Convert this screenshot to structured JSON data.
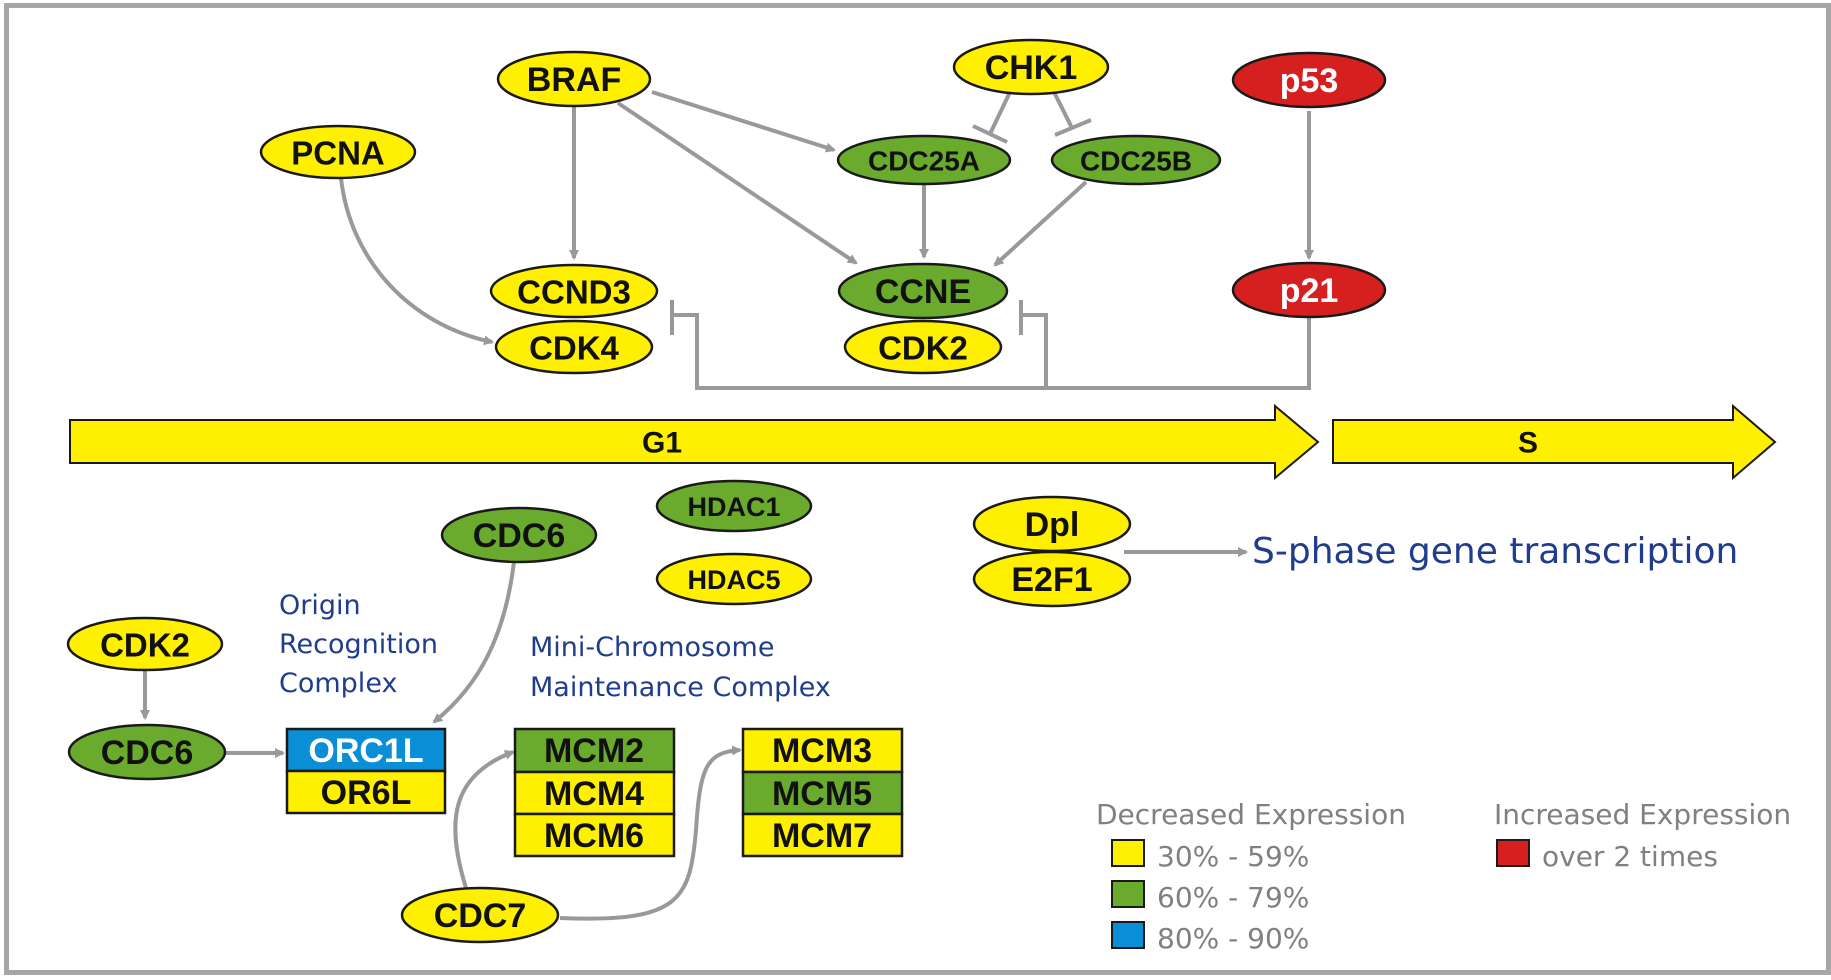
{
  "colors": {
    "yellow": "#ffef00",
    "green": "#6aab2e",
    "blue": "#0a8ed6",
    "red": "#d6201f",
    "connector": "#999999"
  },
  "nodes": {
    "braf": "BRAF",
    "chk1": "CHK1",
    "p53": "p53",
    "pcna": "PCNA",
    "cdc25a": "CDC25A",
    "cdc25b": "CDC25B",
    "ccnd3": "CCND3",
    "cdk4": "CDK4",
    "ccne": "CCNE",
    "cdk2_top": "CDK2",
    "p21": "p21",
    "hdac1": "HDAC1",
    "hdac5": "HDAC5",
    "dpl": "Dpl",
    "e2f1": "E2F1",
    "cdc6_top": "CDC6",
    "cdk2_bottom": "CDK2",
    "cdc6_left": "CDC6",
    "cdc7": "CDC7"
  },
  "complexes": {
    "orc": {
      "title_lines": [
        "Origin",
        "Recognition",
        "Complex"
      ],
      "rows": [
        "ORC1L",
        "OR6L"
      ]
    },
    "mcm_left": {
      "rows": [
        "MCM2",
        "MCM4",
        "MCM6"
      ]
    },
    "mcm_right": {
      "rows": [
        "MCM3",
        "MCM5",
        "MCM7"
      ]
    },
    "mcm_title_lines": [
      "Mini-Chromosome",
      "Maintenance Complex"
    ]
  },
  "phases": {
    "g1": "G1",
    "s": "S"
  },
  "sphase_label": "S-phase gene transcription",
  "legend": {
    "decreased_title": "Decreased Expression",
    "increased_title": "Increased Expression",
    "items": [
      {
        "label": "30% - 59%",
        "color": "yellow"
      },
      {
        "label": "60% - 79%",
        "color": "green"
      },
      {
        "label": "80% - 90%",
        "color": "blue"
      },
      {
        "label": "over 2 times",
        "color": "red"
      }
    ]
  }
}
